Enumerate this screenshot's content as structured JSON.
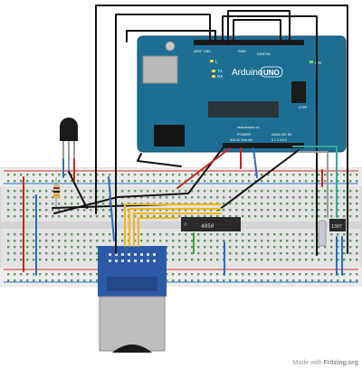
{
  "arduino": {
    "brand": "Arduino",
    "model": "UNO",
    "website": "www.arduino.cc",
    "on_label": "ON",
    "power_label": "POWER",
    "analog_in_label": "ANALOG IN",
    "digital_label": "DIGITAL",
    "aref_label": "AREF",
    "gnd_label": "GND",
    "icsp_label": "ICSP",
    "tx_label": "TX",
    "rx_label": "RX",
    "l_label": "L",
    "power_pins": "3V3 5V Gnd Vin",
    "analog_pins": "0 1 2 3 4 5",
    "pwm_label": "PWM"
  },
  "chips": {
    "mux_label": "4050",
    "sensor_label": "1307"
  },
  "credit": {
    "made_with": "Made with",
    "brand": "Fritzing.org"
  },
  "colors": {
    "board_blue": "#1c6f93",
    "breadboard": "#e4e4e4",
    "rail_red": "#cc2a2a",
    "rail_blue": "#2a6fcc",
    "wire_black": "#111111",
    "wire_red": "#c8241e",
    "wire_blue": "#2b6cc4",
    "wire_yellow": "#f0b81a",
    "wire_teal": "#3aa79a",
    "sd_blue": "#2c5aa8"
  }
}
